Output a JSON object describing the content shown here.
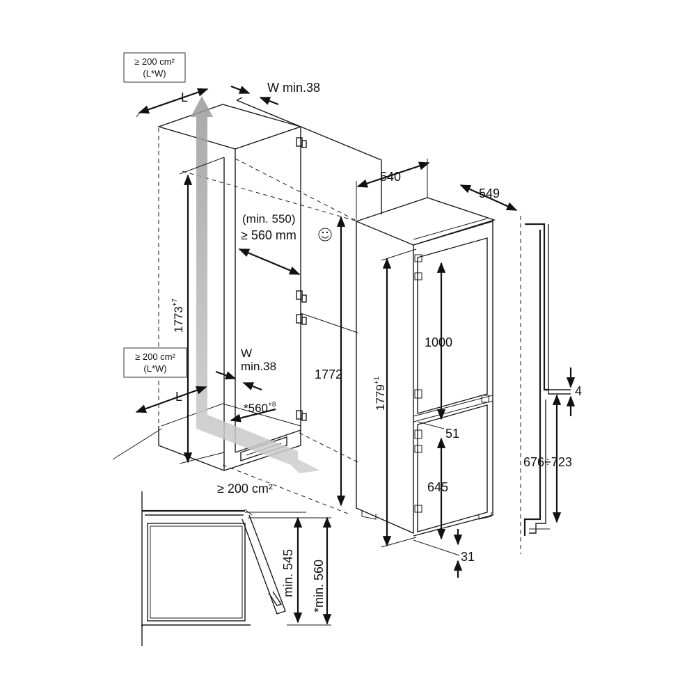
{
  "labels": {
    "vent_top": [
      "≥ 200 cm²",
      "(L*W)"
    ],
    "vent_mid": [
      "≥ 200 cm²",
      "(L*W)"
    ],
    "l_top": "L",
    "l_bottom": "L",
    "w_min_top": "W min.38",
    "w_bottom": "W",
    "w_min_bottom": "min.38",
    "dim_540": "540",
    "dim_549": "549",
    "min_550": "(min. 550)",
    "ge_560": "≥ 560 mm",
    "dim_1773": "1773",
    "dim_1773_sup": "+7",
    "dim_1772": "1772",
    "dim_1779": "1779",
    "dim_1779_sup": "+1",
    "dim_1000": "1000",
    "dim_51": "51",
    "dim_645": "645",
    "dim_31": "31",
    "dim_4": "4",
    "dim_676_723": "676÷723",
    "dim_560_star": "*560",
    "dim_560_star_sup": "+8",
    "vent_bottom": "≥ 200 cm²",
    "min_545": "min. 545",
    "min_560_star": "*min. 560"
  },
  "icons": {
    "smiley": "smiley-icon",
    "airflow": "airflow-arrow-icon"
  }
}
